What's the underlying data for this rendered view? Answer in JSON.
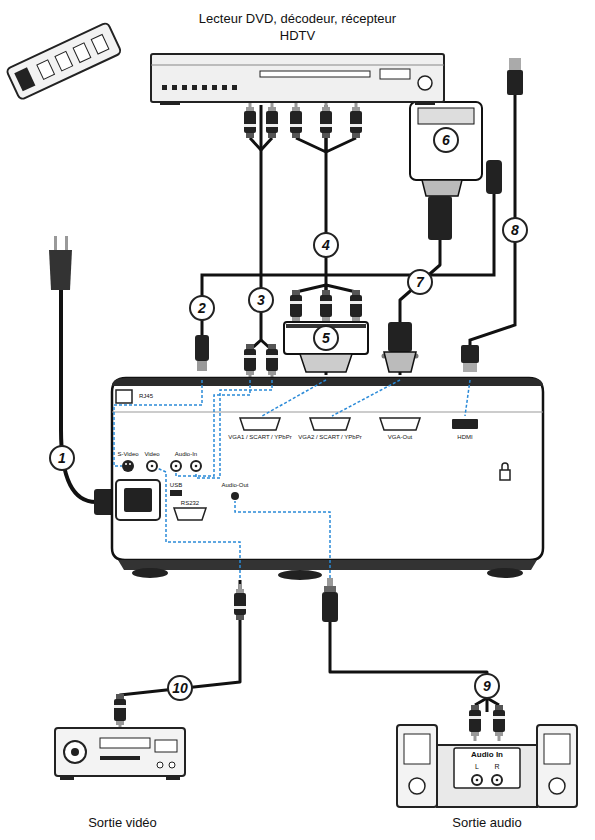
{
  "diagram": {
    "nodes": [
      {
        "text": [
          "Lecteur DVD, décodeur, récepteur HDTV"
        ]
      },
      {
        "text": [
          "RJ45",
          "S-Video",
          "Video",
          "Audio-In",
          "USB",
          "RS232",
          "Audio-Out",
          "VGA1 / SCART / YPbPr",
          "VGA2 / SCART / YPbPr",
          "VGA-Out",
          "HDMI"
        ]
      },
      {
        "text": [
          "Sortie vidéo"
        ]
      },
      {
        "text": [
          "Audio In",
          "L",
          "R",
          "Sortie audio"
        ]
      }
    ],
    "edges": [
      {
        "from": 0,
        "to": 1,
        "arrow": "none"
      },
      {
        "from": 0,
        "to": 1,
        "arrow": "none"
      },
      {
        "from": 0,
        "to": 1,
        "arrow": "none"
      },
      {
        "from": 2,
        "to": 1,
        "arrow": "none"
      },
      {
        "from": 1,
        "to": 3,
        "arrow": "none"
      }
    ],
    "labels": [
      "1",
      "2",
      "3",
      "4",
      "5",
      "6",
      "7",
      "8",
      "9",
      "10"
    ]
  }
}
